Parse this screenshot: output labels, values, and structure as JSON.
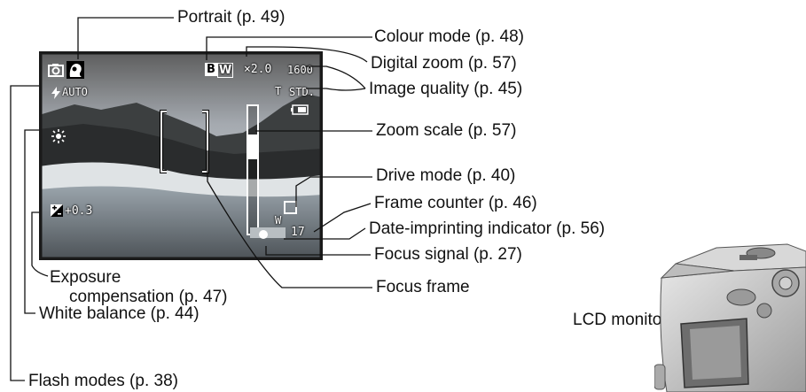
{
  "lcd": {
    "osd": {
      "auto": "AUTO",
      "digital_zoom": "×2.0",
      "image_size": "1600",
      "image_quality": "STD.",
      "zoom_top": "T",
      "zoom_bottom": "W",
      "exposure": "+0.3",
      "frame_count": "17",
      "colour_mode_letter": "B",
      "colour_mode_letter2": "W"
    }
  },
  "labels": {
    "portrait": "Portrait (p. 49)",
    "colour_mode": "Colour mode (p. 48)",
    "digital_zoom": "Digital zoom (p. 57)",
    "image_quality": "Image quality (p. 45)",
    "zoom_scale": "Zoom scale (p. 57)",
    "drive_mode": "Drive mode (p. 40)",
    "frame_counter": "Frame counter (p. 46)",
    "date_imprinting": "Date-imprinting indicator (p. 56)",
    "focus_signal": "Focus signal (p. 27)",
    "focus_frame": "Focus frame",
    "exposure_line1": "Exposure",
    "exposure_line2": "compensation (p. 47)",
    "white_balance": "White balance (p. 44)",
    "flash_modes": "Flash modes (p. 38)",
    "lcd_monitor": "LCD monitor"
  },
  "colors": {
    "lcd_frame": "#1a1a1a",
    "sky": "#c8cfd6",
    "sea": "#8d9aa3",
    "land": "#3c3c3c",
    "camera_body": "#cfcfcf"
  }
}
